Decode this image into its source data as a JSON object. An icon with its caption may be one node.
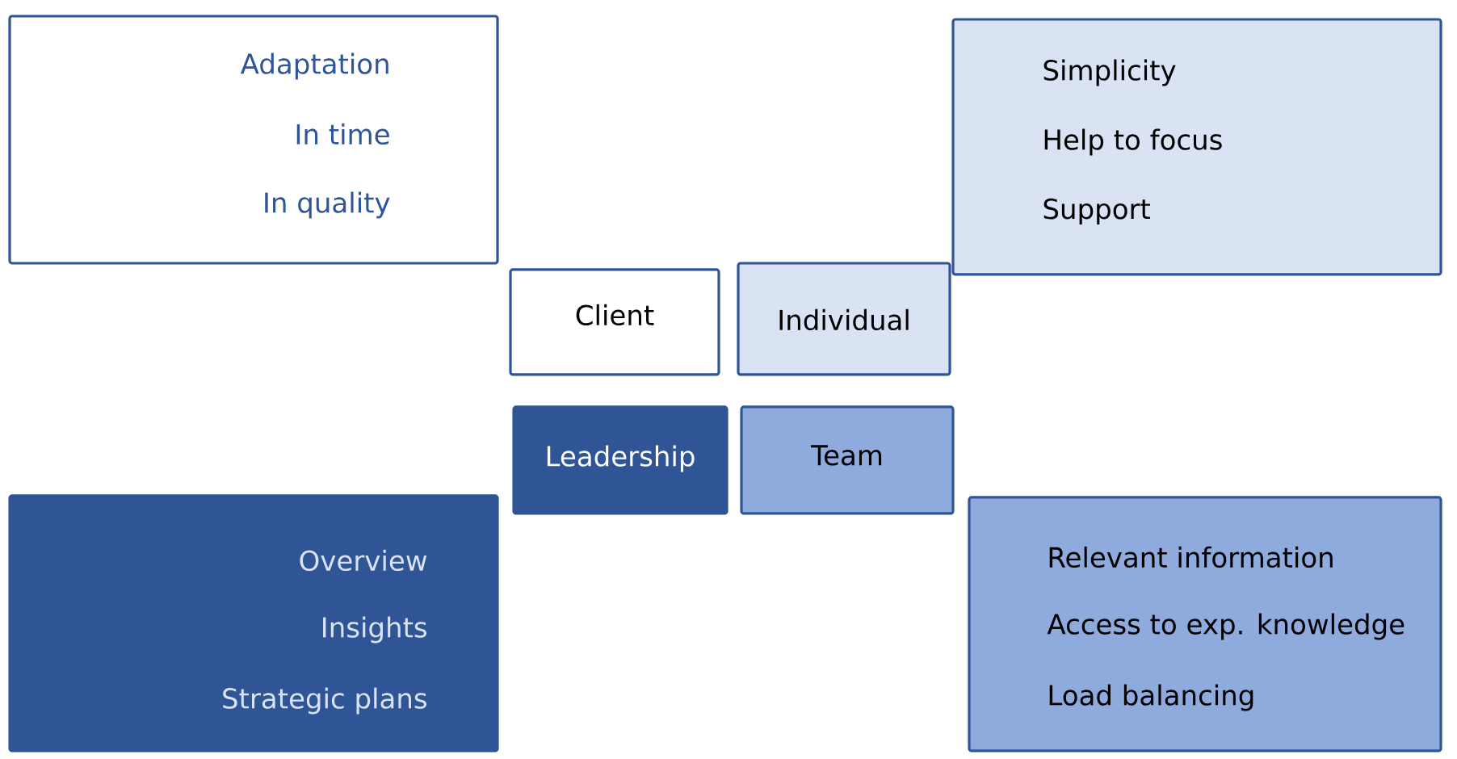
{
  "diagram": {
    "nodes": [
      {
        "text": [
          "Adaptation",
          "In time",
          "In quality"
        ]
      },
      {
        "text": [
          "Simplicity",
          "Help to focus",
          "Support"
        ]
      },
      {
        "text": [
          "Client"
        ]
      },
      {
        "text": [
          "Individual"
        ]
      },
      {
        "text": [
          "Leadership"
        ]
      },
      {
        "text": [
          "Team"
        ]
      },
      {
        "text": [
          "Overview",
          "Insights",
          "Strategic plans"
        ]
      },
      {
        "text": [
          "Relevant information",
          "Access to exp. knowledge",
          "Load balancing"
        ]
      }
    ]
  }
}
